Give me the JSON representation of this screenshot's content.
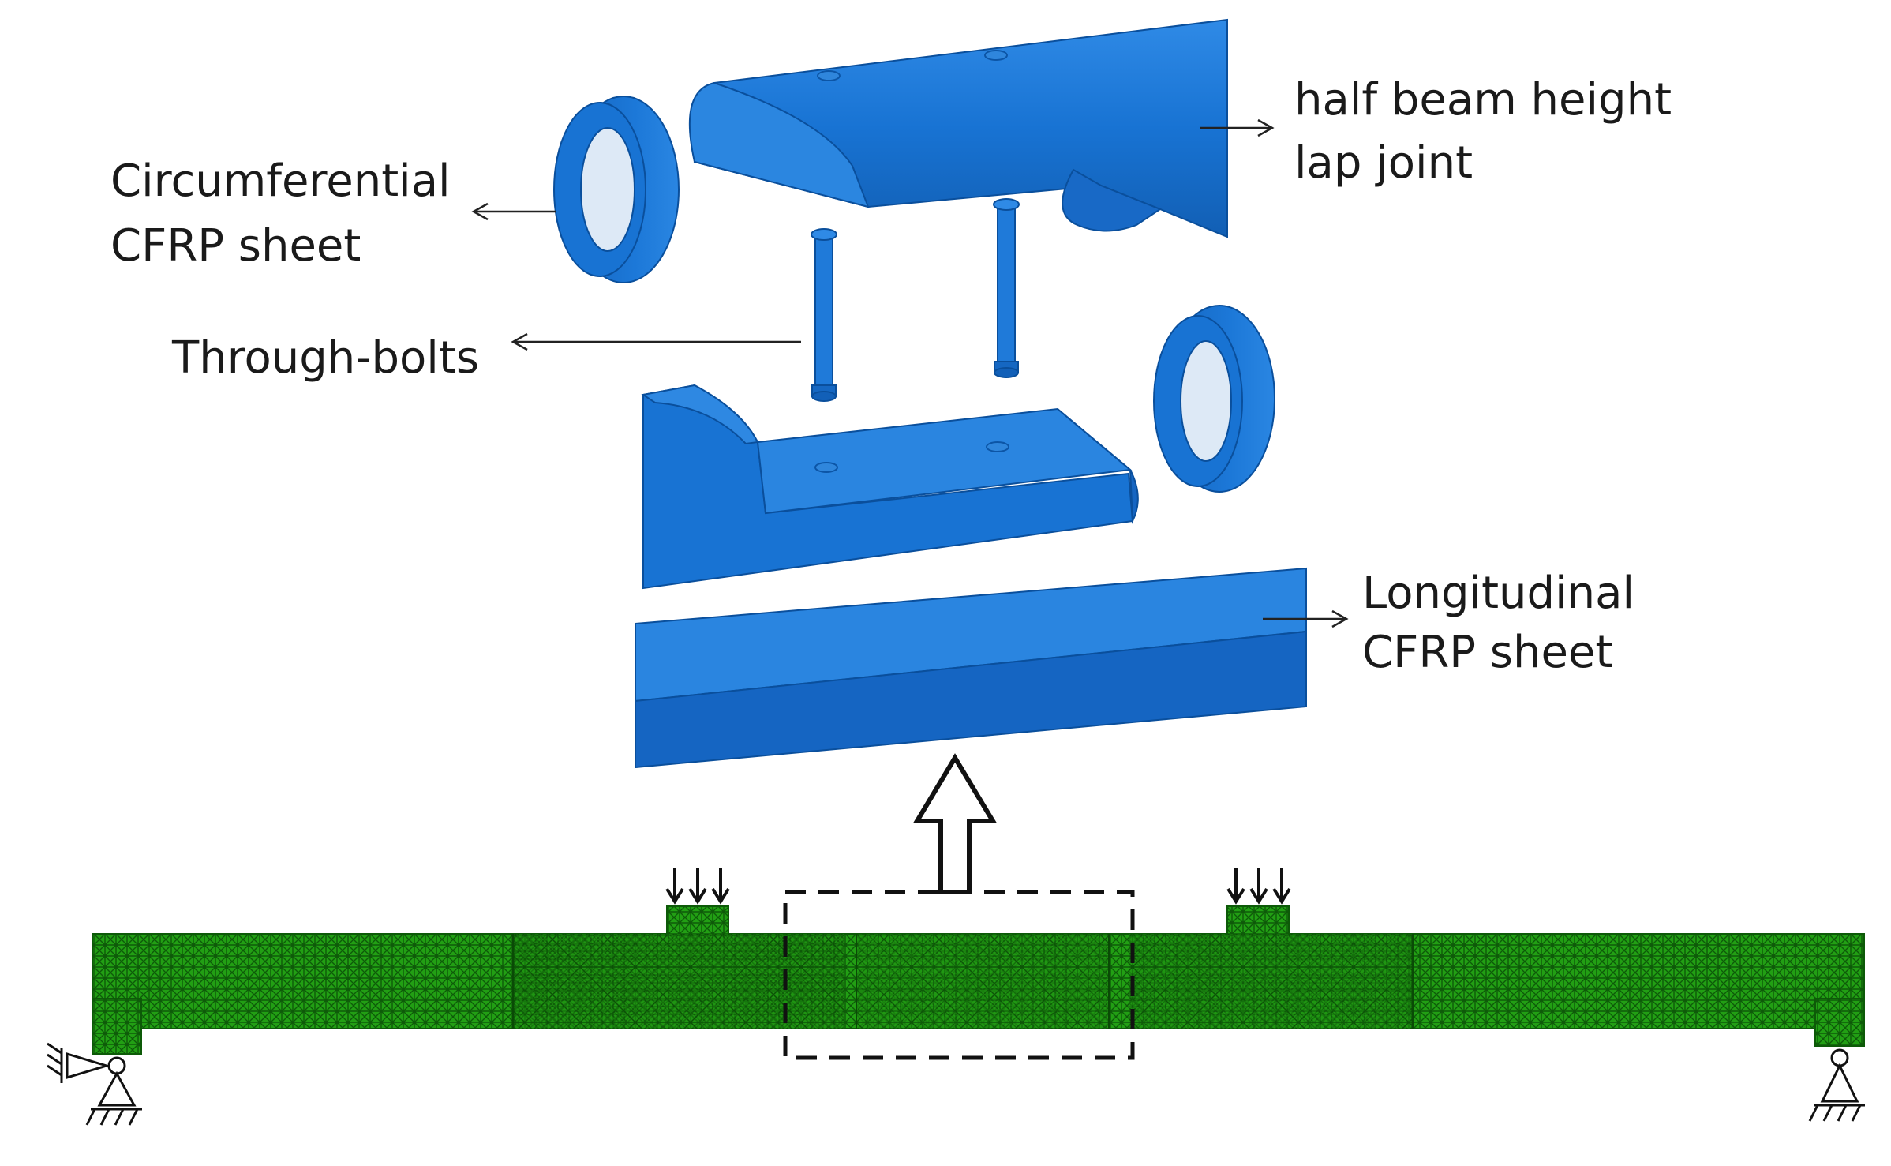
{
  "labels": {
    "circumferential_line1": "Circumferential",
    "circumferential_line2": "CFRP sheet",
    "lap_joint_line1": "half beam height",
    "lap_joint_line2": "lap joint",
    "through_bolts": "Through-bolts",
    "longitudinal_line1": "Longitudinal",
    "longitudinal_line2": "CFRP sheet"
  },
  "colors": {
    "cad_part_blue": "#1873d3",
    "fe_mesh_green": "#1f9a12",
    "annotation": "#1a1a1a"
  },
  "icons": {
    "parts": [
      "circumferential-sheet-ring",
      "upper-lap-joint-half",
      "through-bolt",
      "lower-lap-joint-half",
      "longitudinal-cfrp-sheet"
    ],
    "annotations": [
      "hollow-up-arrow",
      "dashed-selection-box",
      "load-arrows",
      "pin-support",
      "roller-support"
    ]
  }
}
